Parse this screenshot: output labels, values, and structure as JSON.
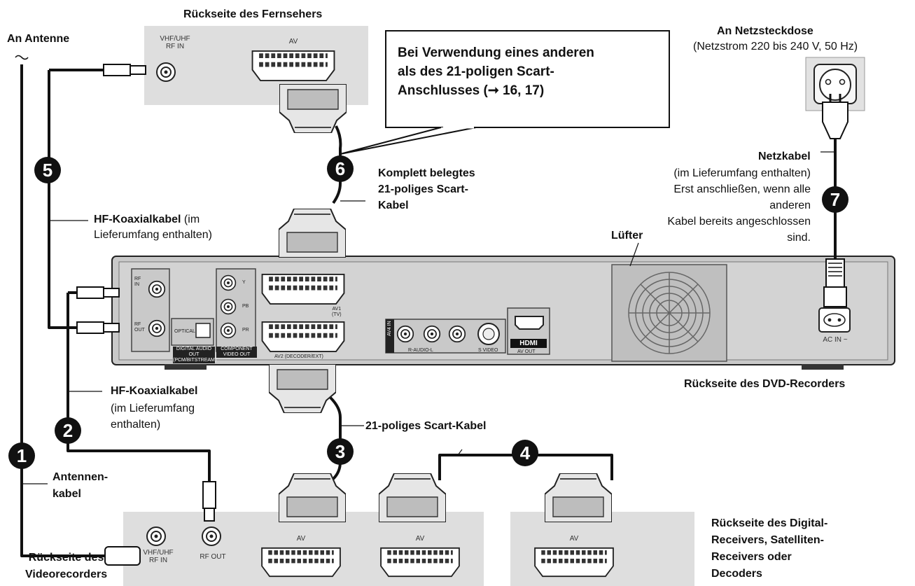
{
  "tv": {
    "title": "Rückseite des Fernsehers",
    "rf_label": "VHF/UHF\nRF IN",
    "av_label": "AV"
  },
  "antenna": {
    "label": "An Antenne"
  },
  "callout": {
    "text": "Bei Verwendung eines anderen\nals des 21-poligen Scart-\nAnschlusses (➞ 16, 17)"
  },
  "power": {
    "title": "An Netzsteckdose",
    "subtitle": "(Netzstrom 220 bis 240 V, 50 Hz)",
    "cable_title": "Netzkabel",
    "cable_note": "(im Lieferumfang enthalten)\nErst anschließen, wenn alle anderen\nKabel bereits angeschlossen sind."
  },
  "cables": {
    "hf_top_title": "HF-Koaxialkabel",
    "hf_top_rest": " (im",
    "hf_top_line2": "Lieferumfang enthalten)",
    "hf_bottom": "HF-Koaxialkabel",
    "hf_bottom_rest": "(im Lieferumfang\nenthalten)",
    "scart_full": "Komplett belegtes\n21-poliges Scart-\nKabel",
    "scart": "21-poliges Scart-Kabel",
    "antenna_cable": "Antennen-\nkabel"
  },
  "recorder": {
    "title": "Rückseite des DVD-Recorders",
    "fan_label": "Lüfter",
    "rf_in": "RF\nIN",
    "rf_out": "RF\nOUT",
    "optical": "OPTICAL",
    "digital_audio_out": "DIGITAL AUDIO OUT\n(PCM/BITSTREAM)",
    "component_out": "COMPONENT\nVIDEO OUT",
    "comp_y": "Y",
    "comp_pb": "PB",
    "comp_pr": "PR",
    "av1": "AV1\n(TV)",
    "av2": "AV2 (DECODER/EXT)",
    "av4_audio": "R-AUDIO-L",
    "s_video": "S VIDEO",
    "av4_in": "AV4 IN",
    "hdmi": "HDMI",
    "hdmi_av_out": "AV OUT",
    "ac_in": "AC IN ~"
  },
  "vcr": {
    "title": "Rückseite des\nVideorecorders",
    "rf_in": "VHF/UHF\nRF IN",
    "rf_out": "RF OUT",
    "av_label": "AV"
  },
  "receiver": {
    "title": "Rückseite des Digital-\nReceivers, Satelliten-\nReceivers oder\nDecoders",
    "av_label": "AV"
  },
  "steps": [
    "1",
    "2",
    "3",
    "4",
    "5",
    "6",
    "7"
  ],
  "colors": {
    "panel": "#dedede",
    "recorder_body": "#c9c9c9",
    "cable": "#111111",
    "marker": "#111111"
  }
}
